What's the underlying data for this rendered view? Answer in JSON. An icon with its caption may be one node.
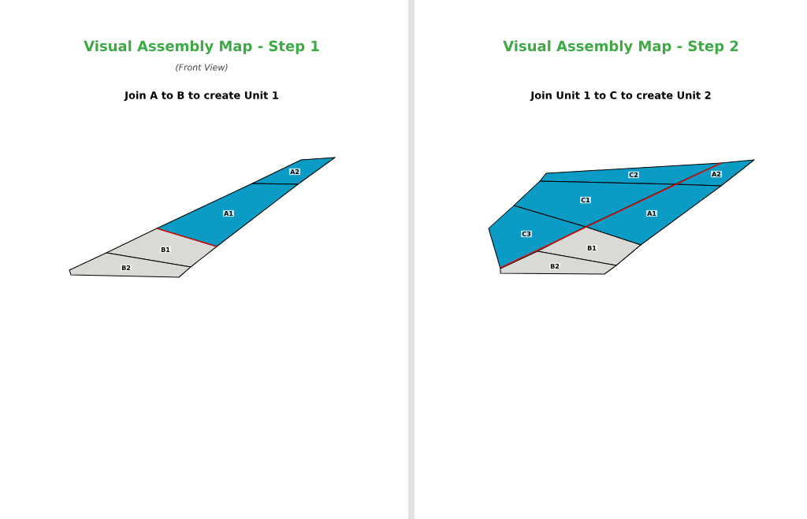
{
  "diagram": {
    "nodes": [
      {
        "text": [
          "A2"
        ]
      },
      {
        "text": [
          "A1"
        ]
      },
      {
        "text": [
          "B1"
        ]
      },
      {
        "text": [
          "B2"
        ]
      },
      {
        "text": [
          "C2"
        ]
      },
      {
        "text": [
          "A2"
        ]
      },
      {
        "text": [
          "C1"
        ]
      },
      {
        "text": [
          "A1"
        ]
      },
      {
        "text": [
          "C3"
        ]
      },
      {
        "text": [
          "B1"
        ]
      },
      {
        "text": [
          "B2"
        ]
      }
    ],
    "labels": [
      "Visual Assembly Map - Step 1",
      "(Front View)",
      "Join A to B to create Unit 1",
      "Visual Assembly Map - Step 2",
      "Join Unit 1 to C to create Unit 2"
    ]
  }
}
